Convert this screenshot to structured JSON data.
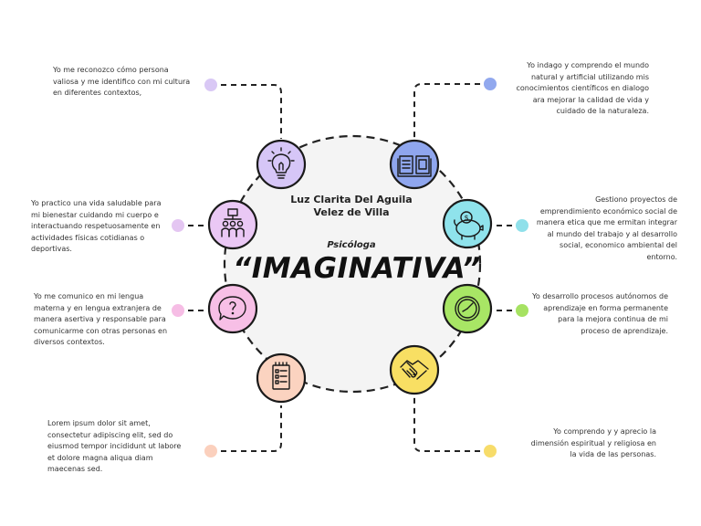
{
  "center": {
    "name": "Luz Clarita Del Aguila\nVelez de Villa",
    "profession": "Psicóloga",
    "title": "“IMAGINATIVA”"
  },
  "nodes": [
    {
      "id": "n1",
      "color": "#d6c6f7",
      "dot": "#d9c8f5",
      "icon": "lightbulb-icon",
      "text": "Yo me reconozco cómo persona\nvaliosa y me identifico con mi cultura\nen diferentes contextos,"
    },
    {
      "id": "n2",
      "color": "#8fa6ee",
      "dot": "#91a8ee",
      "icon": "open-book-icon",
      "text": "Yo indago y comprendo el mundo\nnatural y artificial utilizando mis\nconocimientos científicos en dialogo\nara mejorar la calidad de vida y\ncuidado de la naturaleza."
    },
    {
      "id": "n3",
      "color": "#eac8f5",
      "dot": "#e4c6f2",
      "icon": "team-icon",
      "text": "Yo practico una vida saludable para\nmi bienestar cuidando mi cuerpo e\ninteractuando respetuosamente en\nactividades físicas cotidianas o\ndeportivas."
    },
    {
      "id": "n4",
      "color": "#8fe3ec",
      "dot": "#8fe0ea",
      "icon": "piggy-bank-icon",
      "text": "Gestiono proyectos de\nemprendimiento económico social de\nmanera etica que me ermitan integrar\nal mundo del trabajo y al desarrollo\nsocial, economico ambiental del\nentorno."
    },
    {
      "id": "n5",
      "color": "#f7bfe6",
      "dot": "#f6bde5",
      "icon": "speech-question-icon",
      "text": "Yo me comunico en mi lengua\nmaterna y en lengua extranjera de\nmanera asertiva y responsable para\ncomunicarme con otras personas en\ndiversos contextos."
    },
    {
      "id": "n6",
      "color": "#a8e665",
      "dot": "#a6e262",
      "icon": "clock-icon",
      "text": "Yo desarrollo procesos autónomos de\naprendizaje en forma permanente\npara la mejora continua de mi\nproceso de aprendizaje."
    },
    {
      "id": "n7",
      "color": "#fbd3c0",
      "dot": "#fbd0bd",
      "icon": "checklist-icon",
      "text": "Lorem ipsum dolor sit amet,\nconsectetur adipiscing elit, sed do\neiusmod tempor incididunt ut labore\net dolore magna aliqua diam\nmaecenas sed."
    },
    {
      "id": "n8",
      "color": "#f8df63",
      "dot": "#f7dc6a",
      "icon": "handshake-icon",
      "text": "Yo comprendo y y aprecio la\ndimensión espiritual y religiosa en\nla vida de las personas."
    }
  ]
}
